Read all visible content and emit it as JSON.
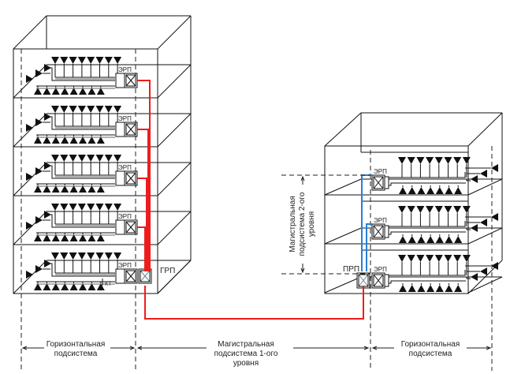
{
  "diagram": {
    "title": "Структурированная кабельная система: горизонтальная и магистральная подсистемы",
    "labels": {
      "floor_distributor": "ЭРП",
      "building_distributor_main": "ГРП",
      "building_distributor_secondary": "ПРП",
      "consolidation_point": "КТ",
      "horizontal_left_1": "Горизонтальная",
      "horizontal_left_2": "подсистема",
      "backbone1_1": "Магистральная",
      "backbone1_2": "подсистема 1-ого",
      "backbone1_3": "уровня",
      "backbone2_1": "Магистральная",
      "backbone2_2": "подсистема 2-ого",
      "backbone2_3": "уровня",
      "horizontal_right_1": "Горизонтальная",
      "horizontal_right_2": "подсистема"
    },
    "buildings": [
      {
        "name": "main-building",
        "floors": 5,
        "distributor": "ГРП",
        "outlets_per_row": 8,
        "side_outlets": 3
      },
      {
        "name": "secondary-building",
        "floors": 3,
        "distributor": "ПРП",
        "outlets_per_row": 8,
        "side_outlets": 3
      }
    ],
    "colors": {
      "line": "#111111",
      "backbone_level1": "#ee1c1c",
      "backbone_level2": "#2a7fd4",
      "dash": "#222222"
    }
  }
}
